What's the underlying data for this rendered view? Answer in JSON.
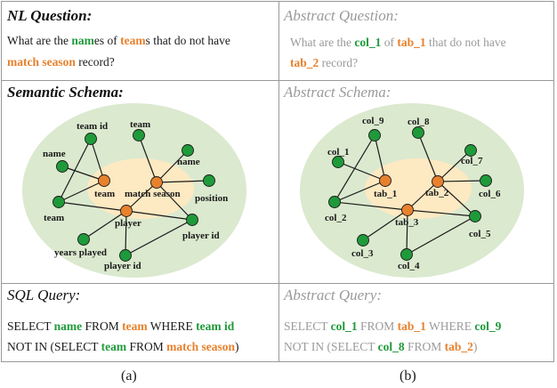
{
  "panels": {
    "nl_question": {
      "heading": "NL Question:",
      "line1": [
        "What are the ",
        "nam",
        "e",
        "s of ",
        "team",
        "s that do not have"
      ],
      "line2": [
        "match season",
        " record?"
      ]
    },
    "abstract_question": {
      "heading": "Abstract Question:",
      "line1": [
        "What are the ",
        "col_1",
        " of ",
        "tab_1",
        " that do not have"
      ],
      "line2": [
        "tab_2",
        " record?"
      ]
    },
    "semantic_schema": {
      "heading": "Semantic Schema:",
      "nodes": {
        "team_id": "team id",
        "team_top": "team",
        "name_left": "name",
        "name_right": "name",
        "team_table": "team",
        "match_season": "match season",
        "position": "position",
        "team_bottom": "team",
        "player": "player",
        "player_id_right": "player id",
        "years_played": "years played",
        "player_id_bottom": "player id"
      }
    },
    "abstract_schema": {
      "heading": "Abstract Schema:",
      "nodes": {
        "col_9": "col_9",
        "col_8": "col_8",
        "col_1": "col_1",
        "col_7": "col_7",
        "tab_1": "tab_1",
        "tab_2": "tab_2",
        "col_6": "col_6",
        "col_2": "col_2",
        "tab_3": "tab_3",
        "col_5": "col_5",
        "col_3": "col_3",
        "col_4": "col_4"
      }
    },
    "sql_query": {
      "heading": "SQL Query:",
      "line1": [
        "SELECT ",
        "name",
        " FROM ",
        "team",
        " WHERE ",
        "team id"
      ],
      "line2": [
        "NOT IN (SELECT ",
        "team",
        " FROM ",
        "match season",
        ")"
      ]
    },
    "abstract_query": {
      "heading": "Abstract Query:",
      "line1": [
        "SELECT ",
        "col_1",
        " FROM ",
        "tab_1",
        " WHERE ",
        "col_9"
      ],
      "line2": [
        "NOT IN (SELECT ",
        "col_8",
        " FROM ",
        "tab_2",
        ")"
      ]
    }
  },
  "captions": {
    "left": "(a)",
    "right": "(b)"
  },
  "colors": {
    "column_node": "#1f9a3a",
    "table_node": "#e8812d",
    "outer_ellipse": "#dbe9cf",
    "inner_glow": "#fde9c2"
  }
}
